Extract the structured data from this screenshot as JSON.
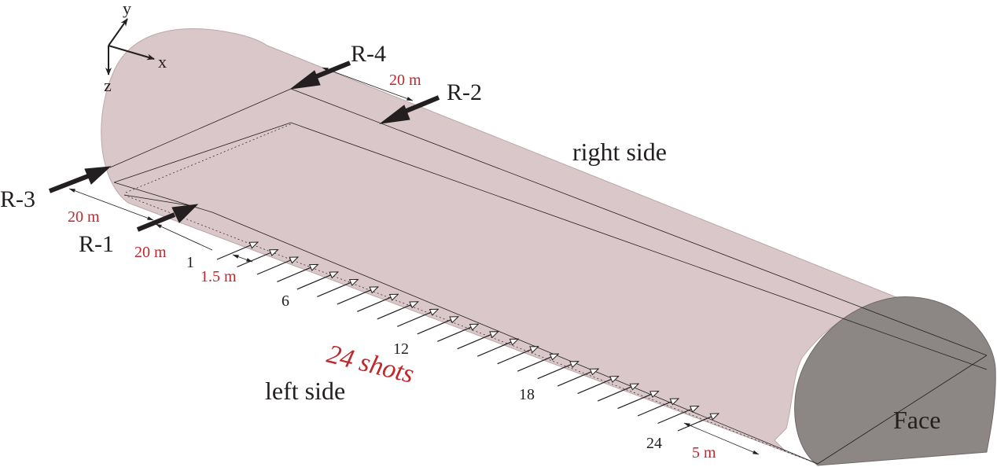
{
  "axes": {
    "x": "x",
    "y": "y",
    "z": "z"
  },
  "receivers": {
    "r1": "R-1",
    "r2": "R-2",
    "r3": "R-3",
    "r4": "R-4"
  },
  "sides": {
    "right": "right side",
    "left": "left side"
  },
  "face_label": "Face",
  "dimensions": {
    "r4_r2": "20 m",
    "r3_r1": "20 m",
    "r1_shot1": "20 m",
    "shot_spacing": "1.5 m",
    "last_shot_face": "5 m"
  },
  "shot_count_label": "24 shots",
  "shot_numbers": {
    "s1": "1",
    "s6": "6",
    "s12": "12",
    "s18": "18",
    "s24": "24"
  },
  "colors": {
    "tunnel_body": "#d9c7c9",
    "tunnel_face": "#8c8785",
    "dimension_text": "#c0282d",
    "text": "#231f20",
    "arrow": "#231f20"
  }
}
